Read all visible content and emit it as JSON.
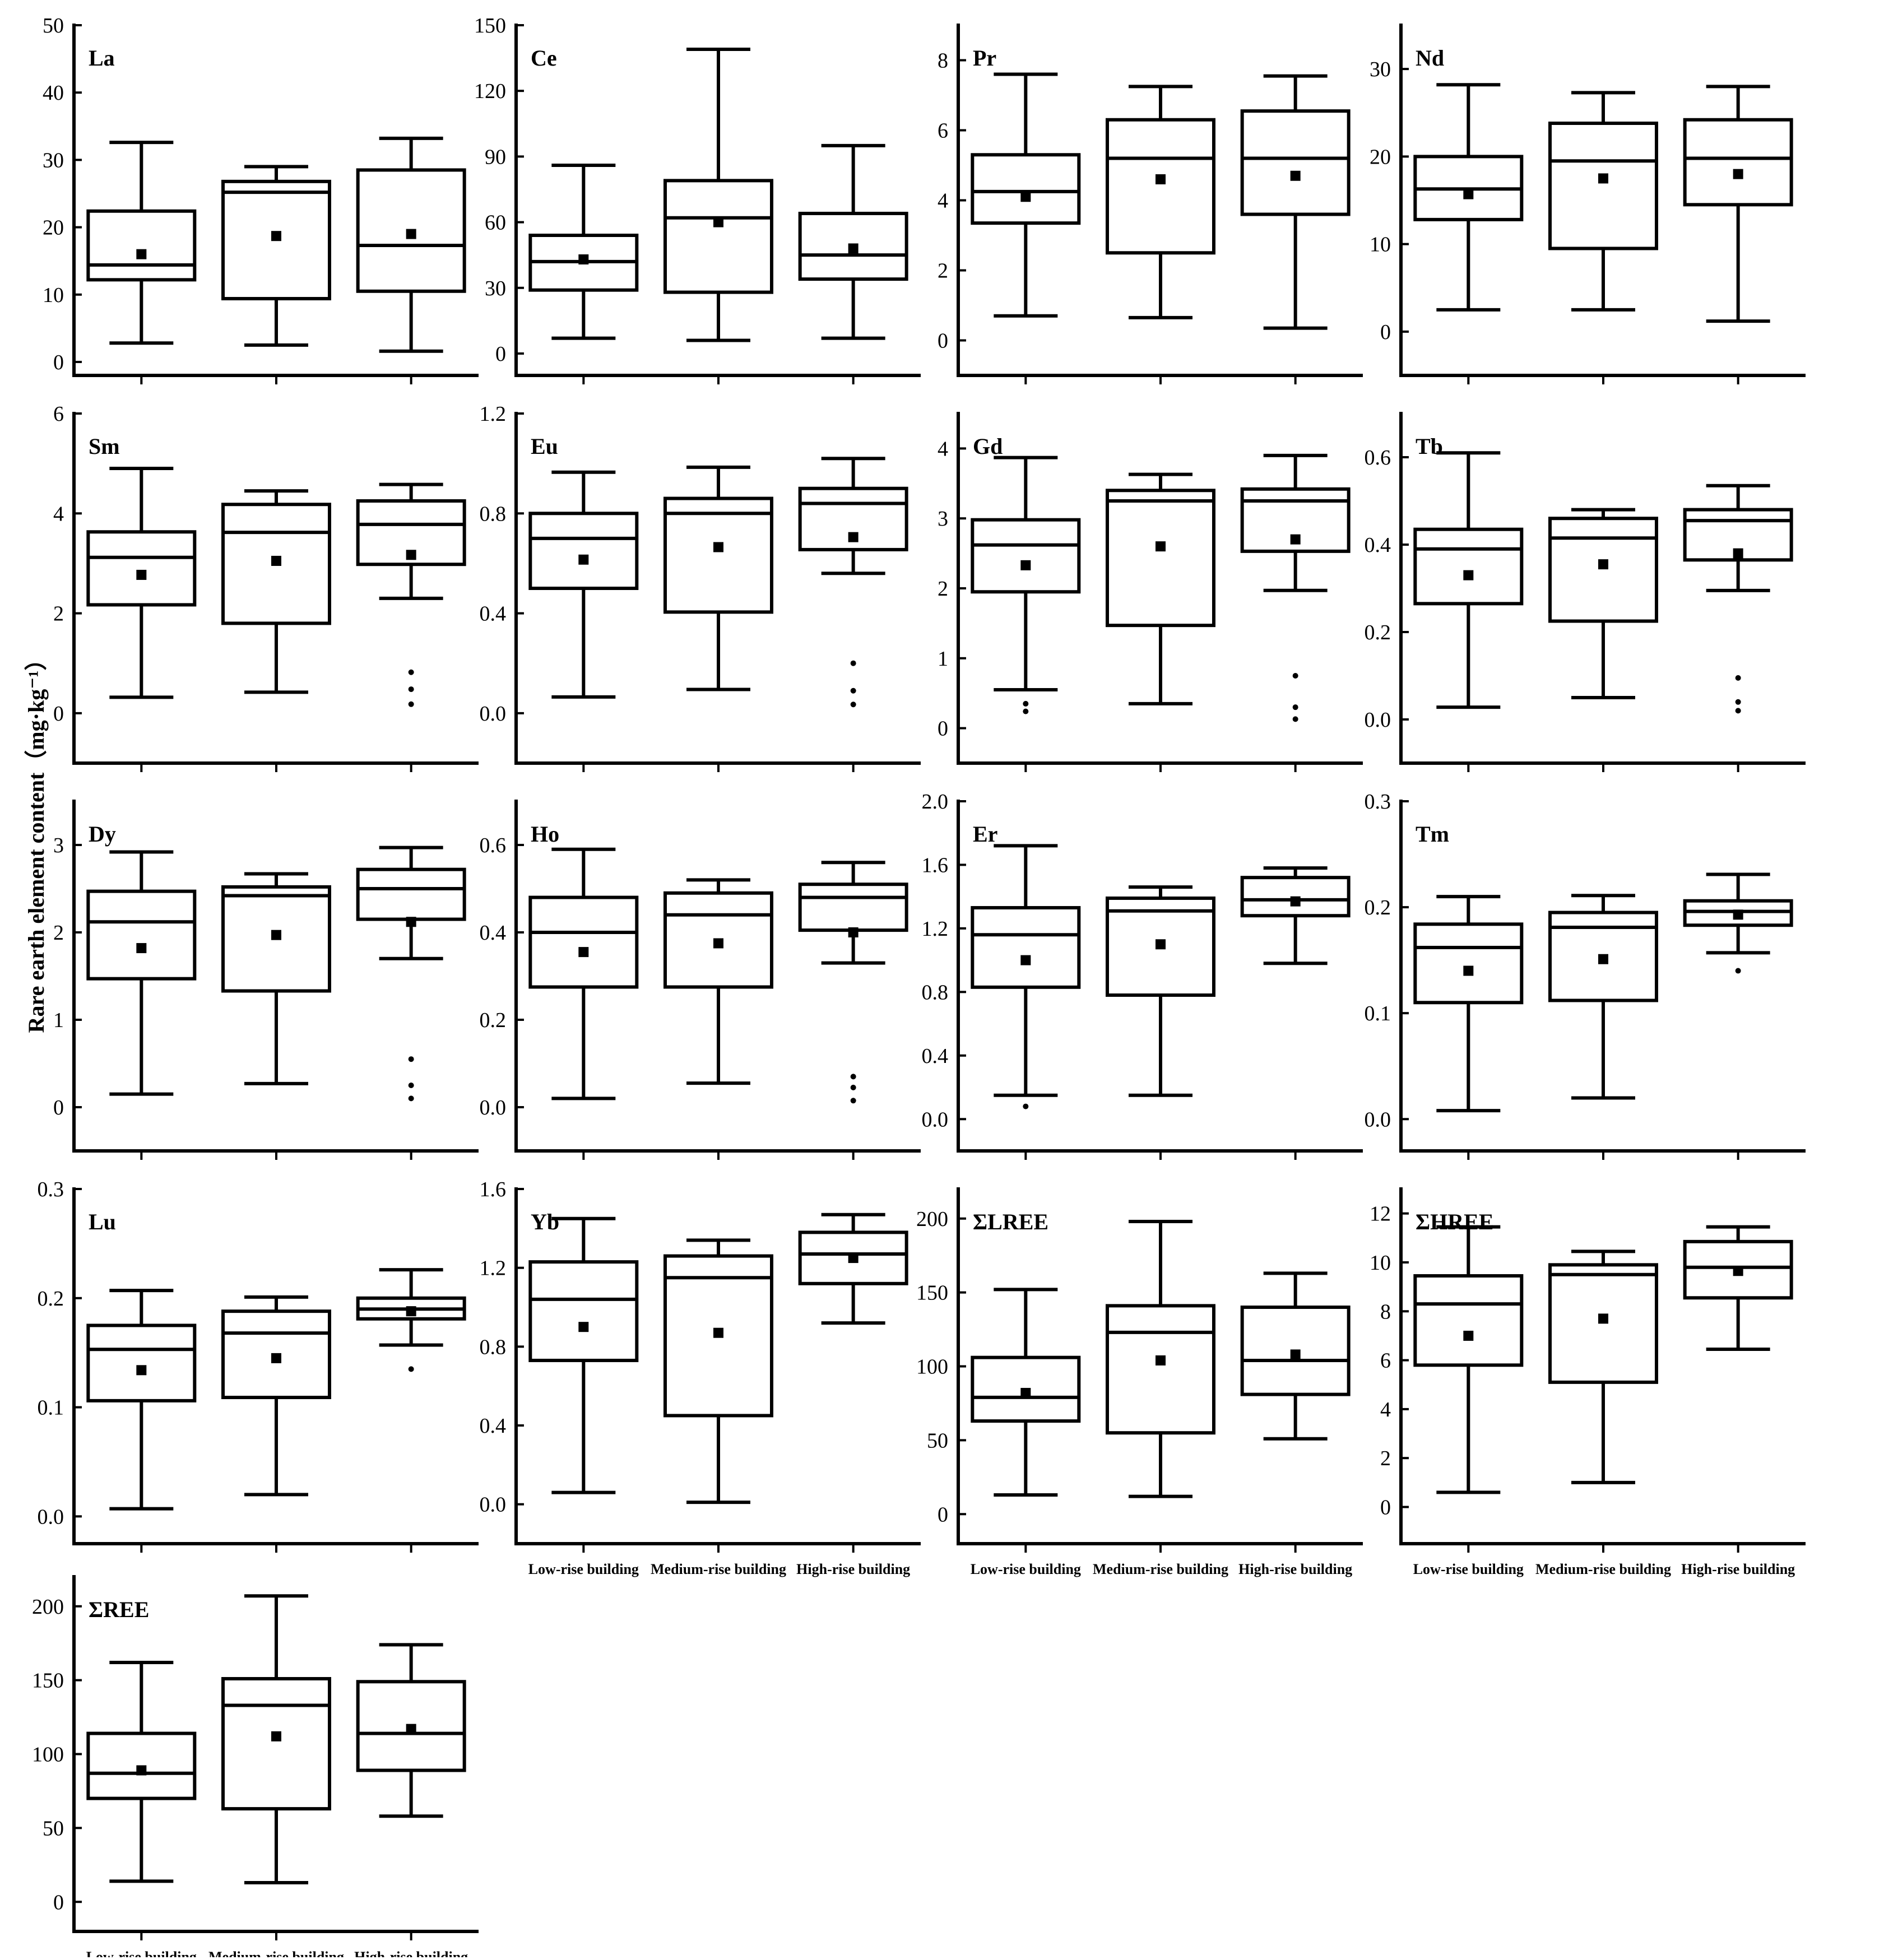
{
  "y_axis_label": "Rare earth element content（mg·kg⁻¹）",
  "chart_data": [
    {
      "type": "box",
      "title": "La",
      "ylim": [
        -2,
        50
      ],
      "yticks": [
        0,
        10,
        20,
        30,
        40,
        50
      ],
      "categories": [
        "Low-rise building",
        "Medium-rise building",
        "High-rise building"
      ],
      "show_x_labels": false,
      "boxes": [
        {
          "min": 2.8,
          "q1": 12.2,
          "median": 14.4,
          "q3": 22.4,
          "max": 32.6,
          "mean": 16.0,
          "outliers": []
        },
        {
          "min": 2.5,
          "q1": 9.4,
          "median": 25.2,
          "q3": 26.8,
          "max": 29.0,
          "mean": 18.7,
          "outliers": []
        },
        {
          "min": 1.6,
          "q1": 10.5,
          "median": 17.3,
          "q3": 28.5,
          "max": 33.2,
          "mean": 19.0,
          "outliers": []
        }
      ]
    },
    {
      "type": "box",
      "title": "Ce",
      "ylim": [
        -10,
        150
      ],
      "yticks": [
        0,
        30,
        60,
        90,
        120,
        150
      ],
      "tick_labels": [
        "0",
        "30",
        "60",
        "90",
        "120",
        "150"
      ],
      "categories": [
        "Low-rise building",
        "Medium-rise building",
        "High-rise building"
      ],
      "show_x_labels": false,
      "boxes": [
        {
          "min": 7,
          "q1": 29,
          "median": 42,
          "q3": 54,
          "max": 86,
          "mean": 43,
          "outliers": []
        },
        {
          "min": 6,
          "q1": 28,
          "median": 62,
          "q3": 79,
          "max": 139,
          "mean": 60,
          "outliers": []
        },
        {
          "min": 7,
          "q1": 34,
          "median": 45,
          "q3": 64,
          "max": 95,
          "mean": 48,
          "outliers": []
        }
      ]
    },
    {
      "type": "box",
      "title": "Pr",
      "ylim": [
        -1,
        9
      ],
      "yticks": [
        0,
        2,
        4,
        6,
        8
      ],
      "categories": [
        "Low-rise building",
        "Medium-rise building",
        "High-rise building"
      ],
      "show_x_labels": false,
      "boxes": [
        {
          "min": 0.7,
          "q1": 3.35,
          "median": 4.25,
          "q3": 5.3,
          "max": 7.6,
          "mean": 4.1,
          "outliers": []
        },
        {
          "min": 0.65,
          "q1": 2.5,
          "median": 5.2,
          "q3": 6.3,
          "max": 7.25,
          "mean": 4.6,
          "outliers": []
        },
        {
          "min": 0.35,
          "q1": 3.6,
          "median": 5.2,
          "q3": 6.55,
          "max": 7.55,
          "mean": 4.7,
          "outliers": []
        }
      ]
    },
    {
      "type": "box",
      "title": "Nd",
      "ylim": [
        -5,
        35
      ],
      "yticks": [
        0,
        10,
        20,
        30
      ],
      "categories": [
        "Low-rise building",
        "Medium-rise building",
        "High-rise building"
      ],
      "show_x_labels": false,
      "boxes": [
        {
          "min": 2.5,
          "q1": 12.8,
          "median": 16.3,
          "q3": 20.0,
          "max": 28.2,
          "mean": 15.7,
          "outliers": []
        },
        {
          "min": 2.5,
          "q1": 9.5,
          "median": 19.5,
          "q3": 23.8,
          "max": 27.3,
          "mean": 17.5,
          "outliers": []
        },
        {
          "min": 1.2,
          "q1": 14.5,
          "median": 19.8,
          "q3": 24.2,
          "max": 28.0,
          "mean": 18.0,
          "outliers": []
        }
      ]
    },
    {
      "type": "box",
      "title": "Sm",
      "ylim": [
        -1,
        6
      ],
      "yticks": [
        0,
        2,
        4,
        6
      ],
      "categories": [
        "Low-rise building",
        "Medium-rise building",
        "High-rise building"
      ],
      "show_x_labels": false,
      "boxes": [
        {
          "min": 0.32,
          "q1": 2.17,
          "median": 3.12,
          "q3": 3.63,
          "max": 4.9,
          "mean": 2.77,
          "outliers": []
        },
        {
          "min": 0.42,
          "q1": 1.8,
          "median": 3.62,
          "q3": 4.18,
          "max": 4.45,
          "mean": 3.05,
          "outliers": []
        },
        {
          "min": 2.3,
          "q1": 2.98,
          "median": 3.78,
          "q3": 4.25,
          "max": 4.58,
          "mean": 3.17,
          "outliers": [
            0.18,
            0.48,
            0.82
          ]
        }
      ]
    },
    {
      "type": "box",
      "title": "Eu",
      "ylim": [
        -0.2,
        1.2
      ],
      "yticks": [
        0.0,
        0.4,
        0.8,
        1.2
      ],
      "tick_labels": [
        "0.0",
        "0.4",
        "0.8",
        "1.2"
      ],
      "categories": [
        "Low-rise building",
        "Medium-rise building",
        "High-rise building"
      ],
      "show_x_labels": false,
      "boxes": [
        {
          "min": 0.065,
          "q1": 0.5,
          "median": 0.7,
          "q3": 0.8,
          "max": 0.965,
          "mean": 0.615,
          "outliers": []
        },
        {
          "min": 0.095,
          "q1": 0.405,
          "median": 0.8,
          "q3": 0.86,
          "max": 0.985,
          "mean": 0.665,
          "outliers": []
        },
        {
          "min": 0.56,
          "q1": 0.655,
          "median": 0.84,
          "q3": 0.9,
          "max": 1.02,
          "mean": 0.705,
          "outliers": [
            0.035,
            0.09,
            0.2
          ]
        }
      ]
    },
    {
      "type": "box",
      "title": "Gd",
      "ylim": [
        -0.5,
        4.5
      ],
      "yticks": [
        0,
        1,
        2,
        3,
        4
      ],
      "categories": [
        "Low-rise building",
        "Medium-rise building",
        "High-rise building"
      ],
      "show_x_labels": false,
      "boxes": [
        {
          "min": 0.55,
          "q1": 1.95,
          "median": 2.62,
          "q3": 2.98,
          "max": 3.87,
          "mean": 2.33,
          "outliers": [
            0.24,
            0.35
          ]
        },
        {
          "min": 0.35,
          "q1": 1.47,
          "median": 3.25,
          "q3": 3.4,
          "max": 3.63,
          "mean": 2.6,
          "outliers": []
        },
        {
          "min": 1.97,
          "q1": 2.53,
          "median": 3.25,
          "q3": 3.42,
          "max": 3.9,
          "mean": 2.7,
          "outliers": [
            0.13,
            0.3,
            0.75
          ]
        }
      ]
    },
    {
      "type": "box",
      "title": "Tb",
      "ylim": [
        -0.1,
        0.7
      ],
      "yticks": [
        0.0,
        0.2,
        0.4,
        0.6
      ],
      "tick_labels": [
        "0.0",
        "0.2",
        "0.4",
        "0.6"
      ],
      "categories": [
        "Low-rise building",
        "Medium-rise building",
        "High-rise building"
      ],
      "show_x_labels": false,
      "boxes": [
        {
          "min": 0.028,
          "q1": 0.265,
          "median": 0.39,
          "q3": 0.435,
          "max": 0.61,
          "mean": 0.33,
          "outliers": []
        },
        {
          "min": 0.05,
          "q1": 0.225,
          "median": 0.415,
          "q3": 0.46,
          "max": 0.48,
          "mean": 0.355,
          "outliers": []
        },
        {
          "min": 0.295,
          "q1": 0.365,
          "median": 0.455,
          "q3": 0.48,
          "max": 0.535,
          "mean": 0.38,
          "outliers": [
            0.02,
            0.04,
            0.095
          ]
        }
      ]
    },
    {
      "type": "box",
      "title": "Dy",
      "ylim": [
        -0.5,
        3.5
      ],
      "yticks": [
        0,
        1,
        2,
        3
      ],
      "categories": [
        "Low-rise building",
        "Medium-rise building",
        "High-rise building"
      ],
      "show_x_labels": false,
      "boxes": [
        {
          "min": 0.15,
          "q1": 1.47,
          "median": 2.12,
          "q3": 2.47,
          "max": 2.92,
          "mean": 1.82,
          "outliers": []
        },
        {
          "min": 0.27,
          "q1": 1.33,
          "median": 2.42,
          "q3": 2.52,
          "max": 2.67,
          "mean": 1.97,
          "outliers": []
        },
        {
          "min": 1.7,
          "q1": 2.15,
          "median": 2.5,
          "q3": 2.72,
          "max": 2.97,
          "mean": 2.12,
          "outliers": [
            0.1,
            0.25,
            0.55
          ]
        }
      ]
    },
    {
      "type": "box",
      "title": "Ho",
      "ylim": [
        -0.1,
        0.7
      ],
      "yticks": [
        0.0,
        0.2,
        0.4,
        0.6
      ],
      "tick_labels": [
        "0.0",
        "0.2",
        "0.4",
        "0.6"
      ],
      "categories": [
        "Low-rise building",
        "Medium-rise building",
        "High-rise building"
      ],
      "show_x_labels": false,
      "boxes": [
        {
          "min": 0.02,
          "q1": 0.275,
          "median": 0.4,
          "q3": 0.48,
          "max": 0.59,
          "mean": 0.355,
          "outliers": []
        },
        {
          "min": 0.055,
          "q1": 0.275,
          "median": 0.44,
          "q3": 0.49,
          "max": 0.52,
          "mean": 0.375,
          "outliers": []
        },
        {
          "min": 0.33,
          "q1": 0.405,
          "median": 0.48,
          "q3": 0.51,
          "max": 0.56,
          "mean": 0.4,
          "outliers": [
            0.015,
            0.045,
            0.07
          ]
        }
      ]
    },
    {
      "type": "box",
      "title": "Er",
      "ylim": [
        -0.2,
        2.0
      ],
      "yticks": [
        0.0,
        0.4,
        0.8,
        1.2,
        1.6,
        2.0
      ],
      "tick_labels": [
        "0.0",
        "0.4",
        "0.8",
        "1.2",
        "1.6",
        "2.0"
      ],
      "categories": [
        "Low-rise building",
        "Medium-rise building",
        "High-rise building"
      ],
      "show_x_labels": false,
      "boxes": [
        {
          "min": 0.15,
          "q1": 0.83,
          "median": 1.16,
          "q3": 1.33,
          "max": 1.72,
          "mean": 1.0,
          "outliers": [
            0.08
          ]
        },
        {
          "min": 0.15,
          "q1": 0.78,
          "median": 1.31,
          "q3": 1.39,
          "max": 1.46,
          "mean": 1.1,
          "outliers": []
        },
        {
          "min": 0.98,
          "q1": 1.28,
          "median": 1.38,
          "q3": 1.52,
          "max": 1.58,
          "mean": 1.37,
          "outliers": []
        }
      ]
    },
    {
      "type": "box",
      "title": "Tm",
      "ylim": [
        -0.03,
        0.3
      ],
      "yticks": [
        0.0,
        0.1,
        0.2,
        0.3
      ],
      "tick_labels": [
        "0.0",
        "0.1",
        "0.2",
        "0.3"
      ],
      "categories": [
        "Low-rise building",
        "Medium-rise building",
        "High-rise building"
      ],
      "show_x_labels": false,
      "boxes": [
        {
          "min": 0.008,
          "q1": 0.11,
          "median": 0.162,
          "q3": 0.184,
          "max": 0.21,
          "mean": 0.14,
          "outliers": []
        },
        {
          "min": 0.02,
          "q1": 0.112,
          "median": 0.181,
          "q3": 0.195,
          "max": 0.211,
          "mean": 0.151,
          "outliers": []
        },
        {
          "min": 0.157,
          "q1": 0.183,
          "median": 0.196,
          "q3": 0.206,
          "max": 0.231,
          "mean": 0.193,
          "outliers": [
            0.14
          ]
        }
      ]
    },
    {
      "type": "box",
      "title": "Lu",
      "ylim": [
        -0.025,
        0.3
      ],
      "yticks": [
        0.0,
        0.1,
        0.2,
        0.3
      ],
      "tick_labels": [
        "0.0",
        "0.1",
        "0.2",
        "0.3"
      ],
      "categories": [
        "Low-rise building",
        "Medium-rise building",
        "High-rise building"
      ],
      "show_x_labels": false,
      "boxes": [
        {
          "min": 0.007,
          "q1": 0.106,
          "median": 0.153,
          "q3": 0.175,
          "max": 0.207,
          "mean": 0.134,
          "outliers": []
        },
        {
          "min": 0.02,
          "q1": 0.109,
          "median": 0.168,
          "q3": 0.188,
          "max": 0.201,
          "mean": 0.145,
          "outliers": []
        },
        {
          "min": 0.157,
          "q1": 0.181,
          "median": 0.19,
          "q3": 0.2,
          "max": 0.226,
          "mean": 0.188,
          "outliers": [
            0.135
          ]
        }
      ]
    },
    {
      "type": "box",
      "title": "Yb",
      "ylim": [
        -0.2,
        1.6
      ],
      "yticks": [
        0.0,
        0.4,
        0.8,
        1.2,
        1.6
      ],
      "tick_labels": [
        "0.0",
        "0.4",
        "0.8",
        "1.2",
        "1.6"
      ],
      "categories": [
        "Low-rise building",
        "Medium-rise building",
        "High-rise building"
      ],
      "show_x_labels": true,
      "boxes": [
        {
          "min": 0.06,
          "q1": 0.73,
          "median": 1.04,
          "q3": 1.23,
          "max": 1.45,
          "mean": 0.9,
          "outliers": []
        },
        {
          "min": 0.01,
          "q1": 0.45,
          "median": 1.15,
          "q3": 1.26,
          "max": 1.34,
          "mean": 0.87,
          "outliers": []
        },
        {
          "min": 0.92,
          "q1": 1.12,
          "median": 1.27,
          "q3": 1.38,
          "max": 1.47,
          "mean": 1.25,
          "outliers": []
        }
      ]
    },
    {
      "type": "box",
      "title": "ΣLREE",
      "ylim": [
        -20,
        220
      ],
      "yticks": [
        0,
        50,
        100,
        150,
        200
      ],
      "categories": [
        "Low-rise building",
        "Medium-rise building",
        "High-rise building"
      ],
      "show_x_labels": true,
      "boxes": [
        {
          "min": 13,
          "q1": 63,
          "median": 79,
          "q3": 106,
          "max": 152,
          "mean": 82,
          "outliers": []
        },
        {
          "min": 12,
          "q1": 55,
          "median": 123,
          "q3": 141,
          "max": 198,
          "mean": 104,
          "outliers": []
        },
        {
          "min": 51,
          "q1": 81,
          "median": 104,
          "q3": 140,
          "max": 163,
          "mean": 108,
          "outliers": []
        }
      ]
    },
    {
      "type": "box",
      "title": "ΣHREE",
      "ylim": [
        -1.5,
        13
      ],
      "yticks": [
        0,
        2,
        4,
        6,
        8,
        10,
        12
      ],
      "categories": [
        "Low-rise building",
        "Medium-rise building",
        "High-rise building"
      ],
      "show_x_labels": true,
      "boxes": [
        {
          "min": 0.6,
          "q1": 5.8,
          "median": 8.3,
          "q3": 9.45,
          "max": 11.45,
          "mean": 7.0,
          "outliers": []
        },
        {
          "min": 1.0,
          "q1": 5.1,
          "median": 9.5,
          "q3": 9.9,
          "max": 10.45,
          "mean": 7.7,
          "outliers": []
        },
        {
          "min": 6.45,
          "q1": 8.55,
          "median": 9.8,
          "q3": 10.85,
          "max": 11.45,
          "mean": 9.65,
          "outliers": []
        }
      ]
    },
    {
      "type": "box",
      "title": "ΣREE",
      "ylim": [
        -20,
        220
      ],
      "yticks": [
        0,
        50,
        100,
        150,
        200
      ],
      "categories": [
        "Low-rise building",
        "Medium-rise building",
        "High-rise building"
      ],
      "show_x_labels": true,
      "boxes": [
        {
          "min": 14,
          "q1": 70,
          "median": 87,
          "q3": 114,
          "max": 162,
          "mean": 89,
          "outliers": []
        },
        {
          "min": 13,
          "q1": 63,
          "median": 133,
          "q3": 151,
          "max": 207,
          "mean": 112,
          "outliers": []
        },
        {
          "min": 58,
          "q1": 89,
          "median": 114,
          "q3": 149,
          "max": 174,
          "mean": 117,
          "outliers": []
        }
      ]
    }
  ]
}
